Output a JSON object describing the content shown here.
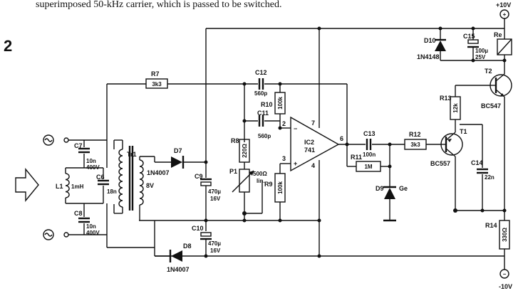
{
  "caption_fragment": "superimposed 50-kHz carrier, which is passed to    be switched.",
  "figure_number": "2",
  "supply": {
    "positive": "+10V",
    "negative": "-10V",
    "plus_symbol": "+",
    "minus_symbol": "−"
  },
  "components": {
    "R7": {
      "ref": "R7",
      "value": "3k3"
    },
    "C12": {
      "ref": "C12",
      "value": "560p"
    },
    "R10": {
      "ref": "R10",
      "value": "100k"
    },
    "C11": {
      "ref": "C11",
      "value": "560p"
    },
    "R8": {
      "ref": "R8",
      "value": "220Ω"
    },
    "P1": {
      "ref": "P1",
      "value": "500Ω",
      "value2": "lin."
    },
    "R9": {
      "ref": "R9",
      "value": "100k"
    },
    "IC2": {
      "ref": "IC2",
      "value": "741",
      "pin2": "2",
      "pin3": "3",
      "pin4": "4",
      "pin6": "6",
      "pin7": "7",
      "minus": "−",
      "plus": "+"
    },
    "C13": {
      "ref": "C13",
      "value": "100n"
    },
    "R11": {
      "ref": "R11",
      "value": "1M"
    },
    "D9": {
      "ref": "D9",
      "value": "Ge"
    },
    "R12": {
      "ref": "R12",
      "value": "3k3"
    },
    "T1": {
      "ref": "T1",
      "value": "BC557"
    },
    "T2": {
      "ref": "T2",
      "value": "BC547"
    },
    "R13": {
      "ref": "R13",
      "value": "12k"
    },
    "C14": {
      "ref": "C14",
      "value": "22n"
    },
    "R14": {
      "ref": "R14",
      "value": "330Ω"
    },
    "D10": {
      "ref": "D10",
      "value": "1N4148"
    },
    "C15": {
      "ref": "C15",
      "value": "100µ",
      "value2": "25V"
    },
    "Re": {
      "ref": "Re"
    },
    "C7": {
      "ref": "C7",
      "value": "10n",
      "value2": "400V"
    },
    "C6": {
      "ref": "C6",
      "value": "18n"
    },
    "C8": {
      "ref": "C8",
      "value": "10n",
      "value2": "400V"
    },
    "L1": {
      "ref": "L1",
      "value": "1mH"
    },
    "Tr1": {
      "ref": "Tr1",
      "value": "8V"
    },
    "D7": {
      "ref": "D7",
      "value": "1N4007"
    },
    "C9": {
      "ref": "C9",
      "value": "470µ",
      "value2": "16V"
    },
    "C10": {
      "ref": "C10",
      "value": "470µ",
      "value2": "16V"
    },
    "D8": {
      "ref": "D8",
      "value": "1N4007"
    }
  }
}
